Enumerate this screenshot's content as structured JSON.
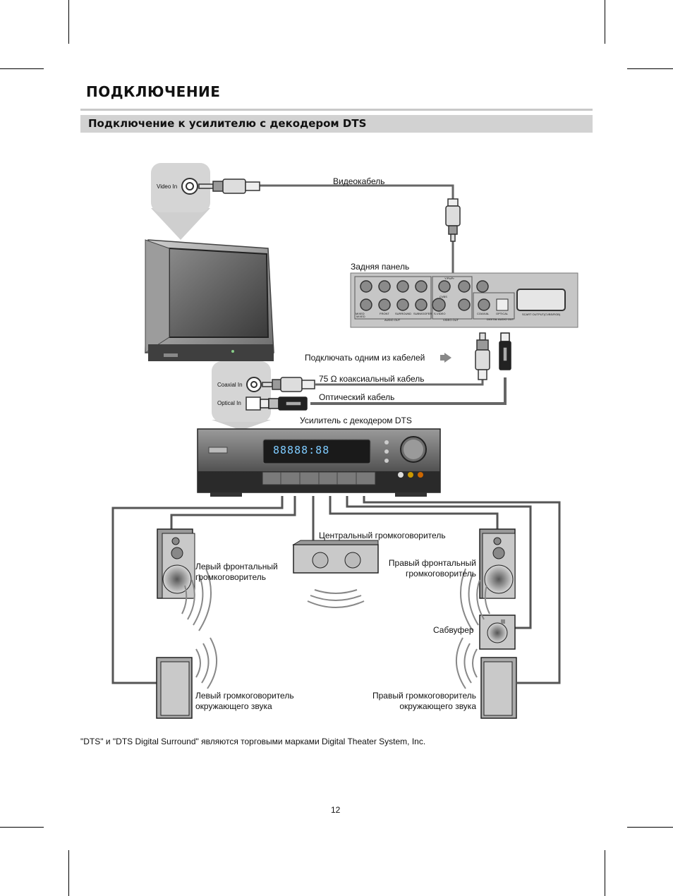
{
  "header": {
    "title": "ПОДКЛЮЧЕНИЕ",
    "section_title": "Подключение к усилителю с декодером DTS"
  },
  "labels": {
    "video_cable": "Видеокабель",
    "rear_panel": "Задняя панель",
    "connect_one_of": "Подключать одним из кабелей",
    "coaxial_cable": "75 Ω коаксиальный кабель",
    "optical_cable": "Оптический кабель",
    "amplifier": "Усилитель с декодером DTS",
    "center_speaker": "Центральный громкоговоритель",
    "left_front_1": "Левый фронтальный",
    "left_front_2": "громкоговоритель",
    "right_front_1": "Правый фронтальный",
    "right_front_2": "громкоговоритель",
    "subwoofer": "Сабвуфер",
    "left_surround_1": "Левый громкоговоритель",
    "left_surround_2": "окружающего звука",
    "right_surround_1": "Правый громкоговоритель",
    "right_surround_2": "окружающего звука"
  },
  "callouts": {
    "video_in": "Video In",
    "coaxial_in": "Coaxial In",
    "optical_in": "Optical In"
  },
  "rear_panel_labels": {
    "mixed": "MIXED",
    "front": "FRONT",
    "surround": "SURROUND",
    "subwoofer": "SUBWOOFER",
    "audio_out": "AUDIO OUT",
    "s_video": "S-VIDEO",
    "cvbs": "CVBS",
    "y_pb_pr": "Y/Pb/Pr",
    "video_out": "VIDEO OUT",
    "coaxial": "COAXIAL",
    "optical": "OPTICAL",
    "digital_audio_out": "DIGITAL AUDIO OUT",
    "scart": "SCART OUTPUT(CVBS/RGB)"
  },
  "display_readout": "88888:88",
  "footnote": "\"DTS\" и \"DTS Digital Surround\" являются торговыми марками Digital Theater System, Inc.",
  "page_number": "12"
}
